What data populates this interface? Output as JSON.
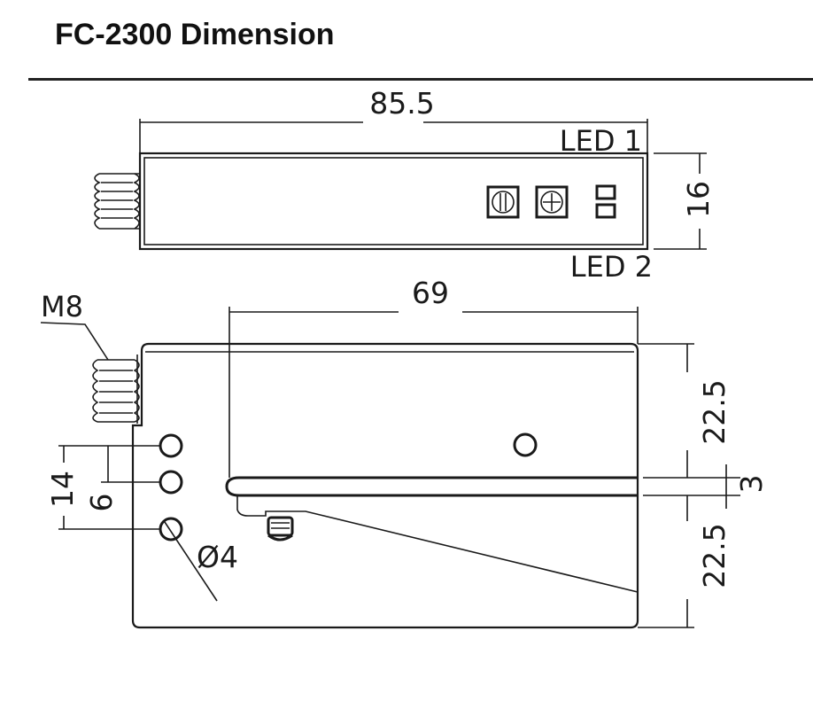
{
  "header": {
    "title": "FC-2300 Dimension"
  },
  "top_view": {
    "length_label": "85.5",
    "height_label": "16",
    "led1_label": "LED 1",
    "led2_label": "LED 2"
  },
  "side_view": {
    "thread_label": "M8",
    "length_label": "69",
    "upper_height_label": "22.5",
    "gap_label": "3",
    "lower_height_label": "22.5",
    "hole_pitch_outer_label": "14",
    "hole_pitch_inner_label": "6",
    "hole_diameter_label": "Ø4"
  }
}
